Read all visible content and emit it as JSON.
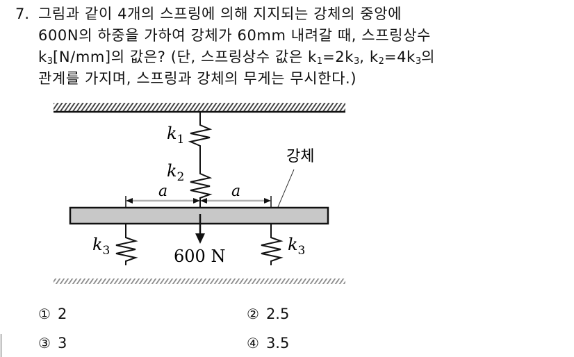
{
  "question": {
    "number": "7.",
    "lines": [
      {
        "text": "그림과 같이 4개의 스프링에 의해 지지되는 강체의 중앙에"
      },
      {
        "text": "600N의 하중을 가하여 강체가 60mm 내려갈 때, 스프링상수"
      },
      {
        "parts": [
          "k",
          "3",
          "[N/mm]의 값은? (단, 스프링상수 값은 k",
          "1",
          "=2k",
          "3",
          ", k",
          "2",
          "=4k",
          "3",
          "의"
        ]
      },
      {
        "text": "관계를 가지며, 스프링과 강체의 무게는 무시한다.)"
      }
    ]
  },
  "figure": {
    "labels": {
      "k1_main": "k",
      "k1_sub": "1",
      "k2_main": "k",
      "k2_sub": "2",
      "k3_left_main": "k",
      "k3_left_sub": "3",
      "k3_right_main": "k",
      "k3_right_sub": "3",
      "dim_left": "a",
      "dim_right": "a",
      "load": "600 N",
      "rigid_body": "강체"
    },
    "colors": {
      "bar_fill": "#c8c8c8",
      "line": "#111111",
      "dimension": "#b0b0b0",
      "hatch": "#444444",
      "floor_hatch": "#8a8a8a"
    }
  },
  "options": [
    {
      "mark": "①",
      "value": "2"
    },
    {
      "mark": "②",
      "value": "2.5"
    },
    {
      "mark": "③",
      "value": "3"
    },
    {
      "mark": "④",
      "value": "3.5"
    }
  ]
}
